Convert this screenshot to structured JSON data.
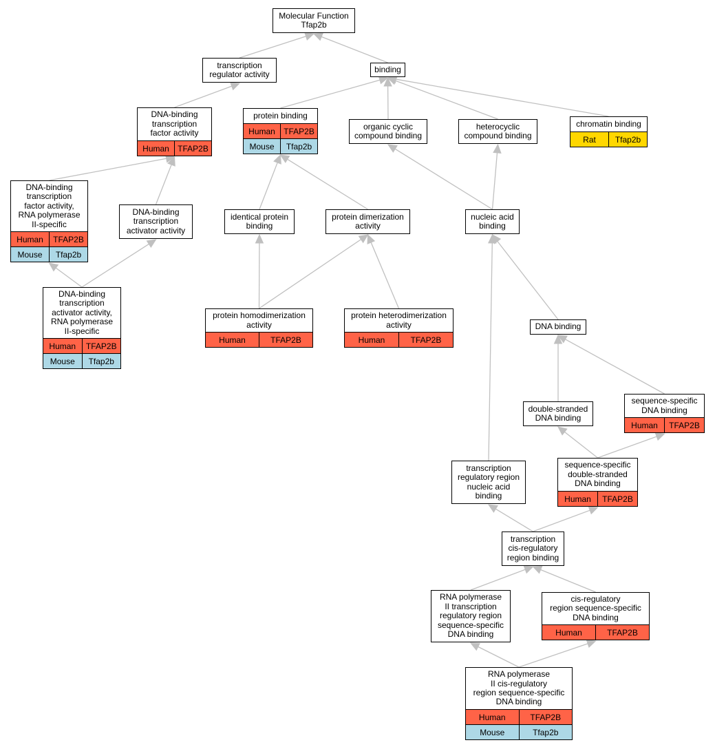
{
  "colors": {
    "Human": "#ff6347",
    "Mouse": "#add8e6",
    "Rat": "#ffd700",
    "edge": "#c0c0c0"
  },
  "nodes": [
    {
      "id": "mf",
      "label": "Molecular Function\nTfap2b",
      "rows": []
    },
    {
      "id": "tra",
      "label": "transcription\nregulator activity",
      "rows": []
    },
    {
      "id": "bind",
      "label": "binding",
      "rows": []
    },
    {
      "id": "dbtfa",
      "label": "DNA-binding\ntranscription\nfactor activity",
      "rows": [
        {
          "species": "Human",
          "gene": "TFAP2B"
        }
      ]
    },
    {
      "id": "pb",
      "label": "protein binding",
      "rows": [
        {
          "species": "Human",
          "gene": "TFAP2B"
        },
        {
          "species": "Mouse",
          "gene": "Tfap2b"
        }
      ]
    },
    {
      "id": "occb",
      "label": "organic cyclic\ncompound binding",
      "rows": []
    },
    {
      "id": "hcb",
      "label": "heterocyclic\ncompound binding",
      "rows": []
    },
    {
      "id": "chb",
      "label": "chromatin binding",
      "rows": [
        {
          "species": "Rat",
          "gene": "Tfap2b"
        }
      ]
    },
    {
      "id": "dbtfa2",
      "label": "DNA-binding\ntranscription\nfactor activity,\nRNA polymerase\nII-specific",
      "rows": [
        {
          "species": "Human",
          "gene": "TFAP2B"
        },
        {
          "species": "Mouse",
          "gene": "Tfap2b"
        }
      ]
    },
    {
      "id": "dbtaa",
      "label": "DNA-binding\ntranscription\nactivator activity",
      "rows": []
    },
    {
      "id": "ipb",
      "label": "identical protein\nbinding",
      "rows": []
    },
    {
      "id": "pda",
      "label": "protein dimerization\nactivity",
      "rows": []
    },
    {
      "id": "nab",
      "label": "nucleic acid\nbinding",
      "rows": []
    },
    {
      "id": "dbtaa2",
      "label": "DNA-binding\ntranscription\nactivator activity,\nRNA polymerase\nII-specific",
      "rows": [
        {
          "species": "Human",
          "gene": "TFAP2B"
        },
        {
          "species": "Mouse",
          "gene": "Tfap2b"
        }
      ]
    },
    {
      "id": "phda",
      "label": "protein homodimerization\nactivity",
      "rows": [
        {
          "species": "Human",
          "gene": "TFAP2B"
        }
      ]
    },
    {
      "id": "phtda",
      "label": "protein heterodimerization\nactivity",
      "rows": [
        {
          "species": "Human",
          "gene": "TFAP2B"
        }
      ]
    },
    {
      "id": "dnab",
      "label": "DNA binding",
      "rows": []
    },
    {
      "id": "dsdna",
      "label": "double-stranded\nDNA binding",
      "rows": []
    },
    {
      "id": "ssdna",
      "label": "sequence-specific\nDNA binding",
      "rows": [
        {
          "species": "Human",
          "gene": "TFAP2B"
        }
      ]
    },
    {
      "id": "trrnab",
      "label": "transcription\nregulatory region\nnucleic acid\nbinding",
      "rows": []
    },
    {
      "id": "ssdsdna",
      "label": "sequence-specific\ndouble-stranded\nDNA binding",
      "rows": [
        {
          "species": "Human",
          "gene": "TFAP2B"
        }
      ]
    },
    {
      "id": "tcrrb",
      "label": "transcription\ncis-regulatory\nregion binding",
      "rows": []
    },
    {
      "id": "rnap2trr",
      "label": "RNA polymerase\nII transcription\nregulatory region\nsequence-specific\nDNA binding",
      "rows": []
    },
    {
      "id": "crrss",
      "label": "cis-regulatory\nregion sequence-specific\nDNA binding",
      "rows": [
        {
          "species": "Human",
          "gene": "TFAP2B"
        }
      ]
    },
    {
      "id": "rnap2crr",
      "label": "RNA polymerase\nII cis-regulatory\nregion sequence-specific\nDNA binding",
      "rows": [
        {
          "species": "Human",
          "gene": "TFAP2B"
        },
        {
          "species": "Mouse",
          "gene": "Tfap2b"
        }
      ]
    }
  ],
  "edges": [
    [
      "tra",
      "mf"
    ],
    [
      "bind",
      "mf"
    ],
    [
      "dbtfa",
      "tra"
    ],
    [
      "pb",
      "bind"
    ],
    [
      "occb",
      "bind"
    ],
    [
      "hcb",
      "bind"
    ],
    [
      "chb",
      "bind"
    ],
    [
      "dbtfa2",
      "dbtfa"
    ],
    [
      "dbtaa",
      "dbtfa"
    ],
    [
      "ipb",
      "pb"
    ],
    [
      "pda",
      "pb"
    ],
    [
      "nab",
      "occb"
    ],
    [
      "nab",
      "hcb"
    ],
    [
      "dbtaa2",
      "dbtfa2"
    ],
    [
      "dbtaa2",
      "dbtaa"
    ],
    [
      "phda",
      "ipb"
    ],
    [
      "phda",
      "pda"
    ],
    [
      "phtda",
      "pda"
    ],
    [
      "dnab",
      "nab"
    ],
    [
      "trrnab",
      "nab"
    ],
    [
      "dsdna",
      "dnab"
    ],
    [
      "ssdna",
      "dnab"
    ],
    [
      "ssdsdna",
      "dsdna"
    ],
    [
      "ssdsdna",
      "ssdna"
    ],
    [
      "tcrrb",
      "trrnab"
    ],
    [
      "tcrrb",
      "ssdsdna"
    ],
    [
      "rnap2trr",
      "tcrrb"
    ],
    [
      "crrss",
      "tcrrb"
    ],
    [
      "rnap2crr",
      "rnap2trr"
    ],
    [
      "rnap2crr",
      "crrss"
    ]
  ]
}
